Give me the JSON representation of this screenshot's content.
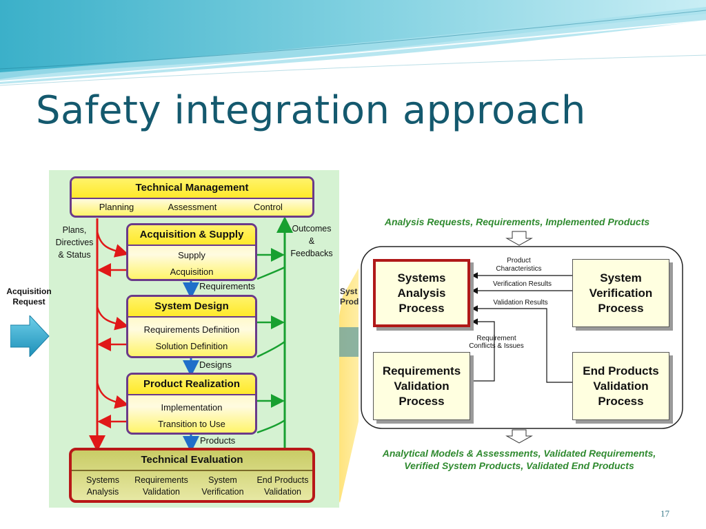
{
  "slide": {
    "title": "Safety integration approach",
    "page_number": "17"
  },
  "left_diagram": {
    "acquisition_request": "Acquisition\nRequest",
    "technical_management": {
      "title": "Technical Management",
      "items": [
        "Planning",
        "Assessment",
        "Control"
      ]
    },
    "plans_label": "Plans,\nDirectives\n& Status",
    "outcomes_label": "Outcomes\n&\nFeedbacks",
    "acquisition_supply": {
      "title": "Acquisition & Supply",
      "items": [
        "Supply",
        "Acquisition"
      ]
    },
    "requirements_label": "Requirements",
    "system_design": {
      "title": "System Design",
      "items": [
        "Requirements Definition",
        "Solution Definition"
      ]
    },
    "designs_label": "Designs",
    "product_realization": {
      "title": "Product Realization",
      "items": [
        "Implementation",
        "Transition to Use"
      ]
    },
    "products_label": "Products",
    "technical_evaluation": {
      "title": "Technical Evaluation",
      "items": [
        "Systems\nAnalysis",
        "Requirements\nValidation",
        "System\nVerification",
        "End Products\nValidation"
      ]
    },
    "partial_label": "Syst\nProd"
  },
  "right_diagram": {
    "top_caption": "Analysis Requests, Requirements, Implemented Products",
    "systems_analysis": "Systems\nAnalysis\nProcess",
    "system_verification": "System\nVerification\nProcess",
    "requirements_validation": "Requirements\nValidation\nProcess",
    "end_products_validation": "End Products\nValidation\nProcess",
    "product_characteristics": "Product\nCharacteristics",
    "verification_results": "Verification Results",
    "validation_results": "Validation Results",
    "requirement_conflicts": "Requirement\nConflicts & Issues",
    "bottom_caption_1": "Analytical Models & Assessments, Validated Requirements,",
    "bottom_caption_2": "Verified System Products, Validated End Products"
  }
}
